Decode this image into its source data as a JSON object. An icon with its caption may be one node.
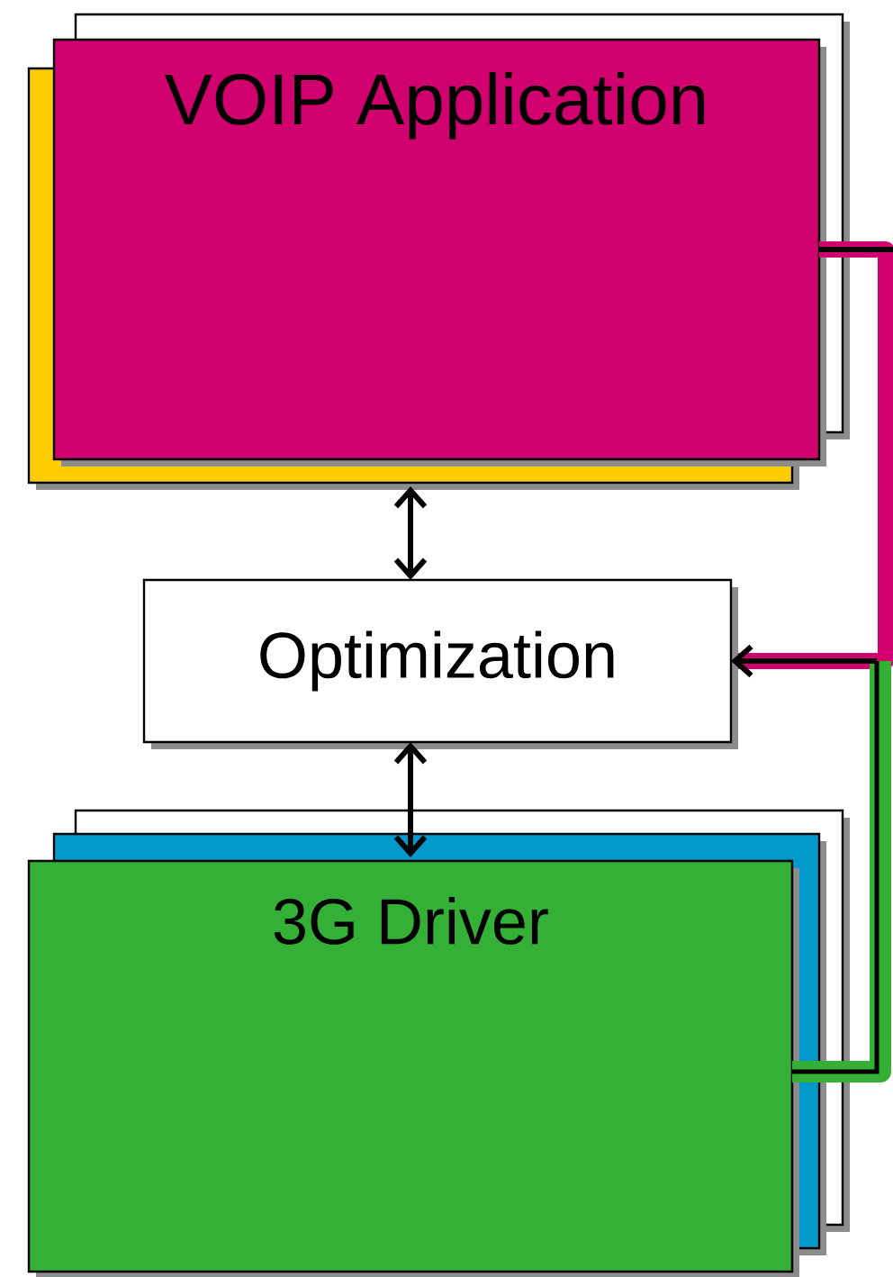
{
  "diagram": {
    "nodes": [
      {
        "text": [
          "VOIP Application"
        ]
      },
      {
        "text": [
          "Optimization"
        ]
      },
      {
        "text": [
          "3G Driver"
        ]
      }
    ],
    "edges": [
      {
        "from": 0,
        "to": 1,
        "arrow": "both"
      },
      {
        "from": 1,
        "to": 2,
        "arrow": "both"
      },
      {
        "from": 0,
        "to": 1,
        "arrow": "to",
        "style": "thick",
        "color": "#d0006f"
      },
      {
        "from": 2,
        "to": 1,
        "arrow": "to",
        "style": "thick",
        "color": "#33b035"
      }
    ]
  }
}
